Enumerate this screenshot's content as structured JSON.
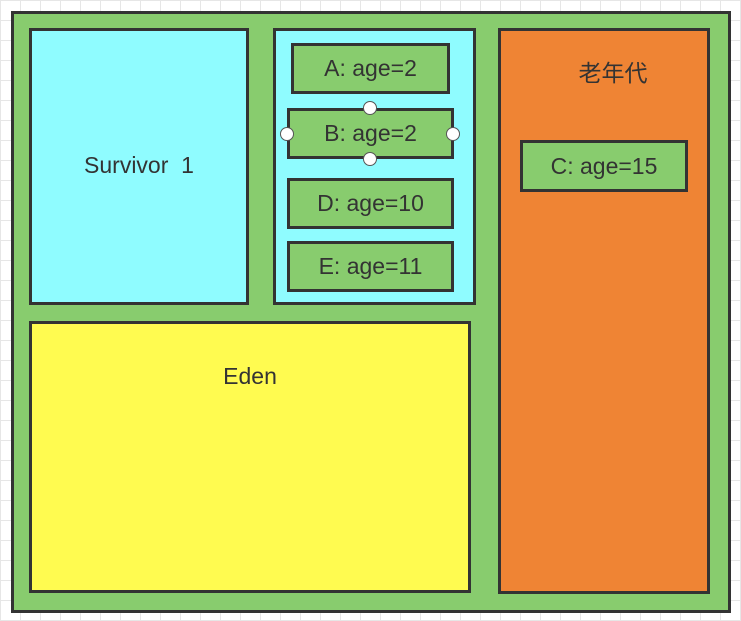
{
  "regions": {
    "survivor1_label": "Survivor  1",
    "eden_label": "Eden",
    "old_generation_label": "老年代"
  },
  "objects": [
    {
      "label": "A: age=2"
    },
    {
      "label": "B: age=2"
    },
    {
      "label": "D: age=10"
    },
    {
      "label": "E: age=11"
    },
    {
      "label": "C: age=15"
    }
  ],
  "colors": {
    "heap": "#88cc6e",
    "survivor": "#8ffcff",
    "eden": "#fffb50",
    "old_generation": "#ef8434",
    "object": "#88cc6e",
    "border": "#333333"
  },
  "selected_object": "B: age=2"
}
